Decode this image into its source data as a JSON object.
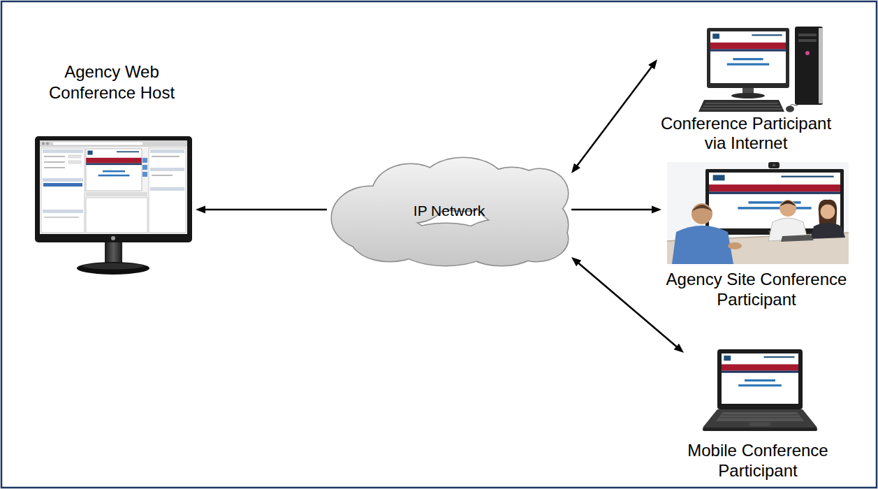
{
  "diagram": {
    "nodes": [
      {
        "text": [
          "Agency Web Conference Host"
        ]
      },
      {
        "text": [
          "IP Network"
        ]
      },
      {
        "text": [
          "Conference Participant via Internet"
        ]
      },
      {
        "text": [
          "Agency Site Conference Participant"
        ]
      },
      {
        "text": [
          "Mobile Conference Participant"
        ]
      }
    ],
    "edges": [
      {
        "from": 1,
        "to": 0,
        "arrow": "to"
      },
      {
        "from": 1,
        "to": 2,
        "arrow": "both"
      },
      {
        "from": 1,
        "to": 3,
        "arrow": "to"
      },
      {
        "from": 1,
        "to": 4,
        "arrow": "both"
      }
    ]
  }
}
